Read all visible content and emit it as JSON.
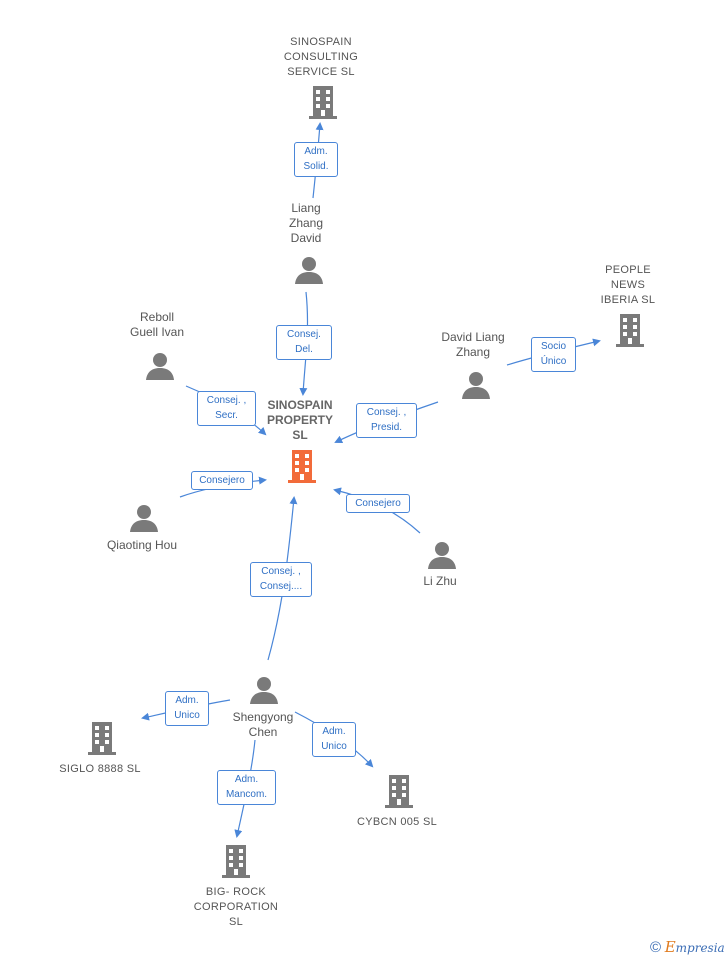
{
  "colors": {
    "edge": "#4a86d8",
    "node": "#7a7a7a",
    "center": "#f26b3a"
  },
  "nodes": {
    "sinospain_consulting": "SINOSPAIN\nCONSULTING\nSERVICE  SL",
    "liang_zhang_david": "Liang\nZhang\nDavid",
    "people_news": "PEOPLE\nNEWS\nIBERIA  SL",
    "reboll_guell": "Reboll\nGuell Ivan",
    "david_liang_zhang": "David Liang\nZhang",
    "sinospain_property": "SINOSPAIN\nPROPERTY\nSL",
    "qiaoting_hou": "Qiaoting Hou",
    "li_zhu": "Li Zhu",
    "shengyong_chen": "Shengyong\nChen",
    "siglo_8888": "SIGLO 8888  SL",
    "cybcn_005": "CYBCN 005  SL",
    "big_rock": "BIG- ROCK\nCORPORATION\nSL"
  },
  "relations": {
    "adm_solid": "Adm.\nSolid.",
    "consej_del": "Consej.\nDel.",
    "consej_secr": "Consej. ,\nSecr.",
    "consej_presid": "Consej. ,\nPresid.",
    "socio_unico": "Socio\nÚnico",
    "consejero_1": "Consejero",
    "consejero_2": "Consejero",
    "consej_consej": "Consej. ,\nConsej....",
    "adm_unico_siglo": "Adm.\nUnico",
    "adm_unico_cybcn": "Adm.\nUnico",
    "adm_mancom": "Adm.\nMancom."
  },
  "brand": {
    "copyright": "©",
    "e": "E",
    "rest": "mpresia"
  }
}
